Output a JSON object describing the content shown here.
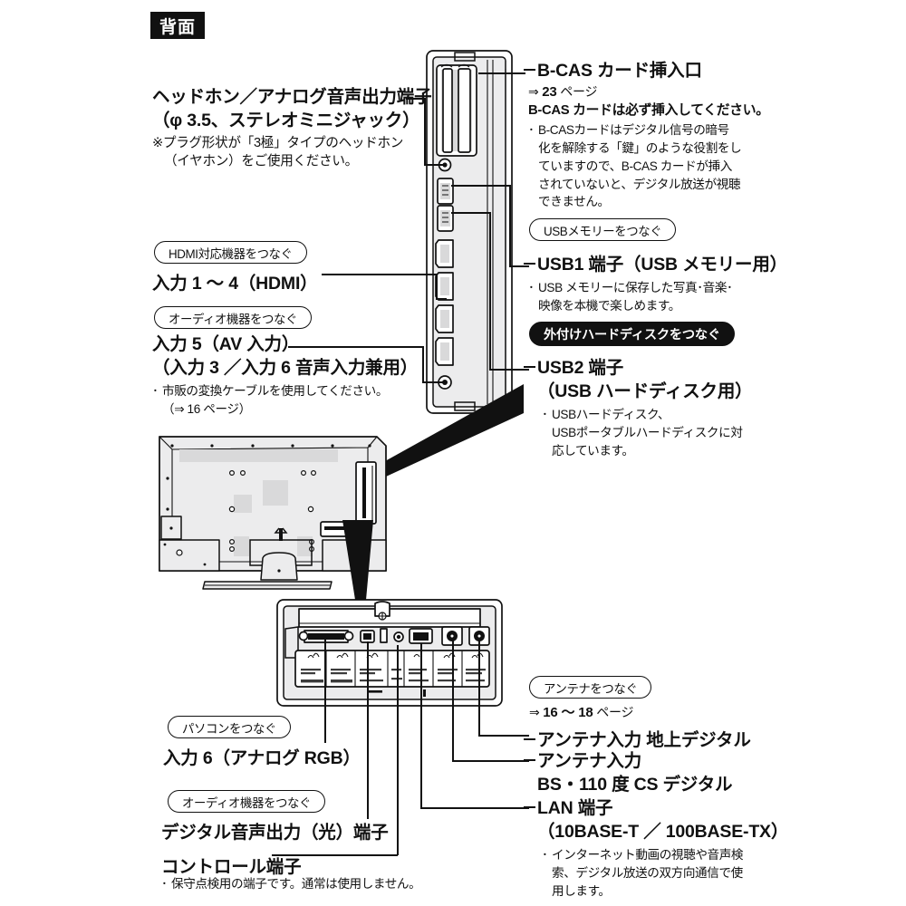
{
  "page": {
    "section_badge": "背面",
    "background": "#ffffff",
    "ink": "#111111"
  },
  "labels": {
    "headphone": {
      "title_line1": "ヘッドホン／アナログ音声出力端子",
      "title_line2": "（φ 3.5、ステレオミニジャック）",
      "note_line1": "※プラグ形状が「3極」タイプのヘッドホン",
      "note_line2": "（イヤホン）をご使用ください。"
    },
    "hdmi": {
      "pill": "HDMI対応機器をつなぐ",
      "title": "入力 1 ～ 4（HDMI）"
    },
    "av": {
      "pill": "オーディオ機器をつなぐ",
      "title_line1": "入力 5（AV 入力）",
      "title_line2": "（入力 3 ／入力 6 音声入力兼用）",
      "bullet_line1": "市販の変換ケーブルを使用してください。",
      "bullet_line2": "（⇒ 16 ページ）"
    },
    "bcas": {
      "title": "B-CAS カード挿入口",
      "page_ref_prefix": "⇒ ",
      "page_ref_num": "23",
      "page_ref_suffix": " ページ",
      "emphasis": "B-CAS カードは必ず挿入してください。",
      "bullet_line1": "B-CASカードはデジタル信号の暗号",
      "bullet_line2": "化を解除する「鍵」のような役割をし",
      "bullet_line3": "ていますので、B-CAS カードが挿入",
      "bullet_line4": "されていないと、デジタル放送が視聴",
      "bullet_line5": "できません。"
    },
    "usb1": {
      "pill": "USBメモリーをつなぐ",
      "title": "USB1 端子（USB メモリー用）",
      "bullet_line1": "USB メモリーに保存した写真･音楽･",
      "bullet_line2": "映像を本機で楽しめます。"
    },
    "usb2": {
      "pill": "外付けハードディスクをつなぐ",
      "title_line1": "USB2 端子",
      "title_line2": "（USB ハードディスク用）",
      "bullet_line1": "USBハードディスク、",
      "bullet_line2": "USBポータブルハードディスクに対",
      "bullet_line3": "応しています。"
    },
    "rgb": {
      "pill": "パソコンをつなぐ",
      "title": "入力 6（アナログ RGB）"
    },
    "optical": {
      "pill": "オーディオ機器をつなぐ",
      "title": "デジタル音声出力（光）端子"
    },
    "control": {
      "title": "コントロール端子",
      "bullet_line1": "保守点検用の端子です。通常は使用しません。"
    },
    "antenna": {
      "pill": "アンテナをつなぐ",
      "page_ref_prefix": "⇒ ",
      "page_ref_num": "16 ～ 18",
      "page_ref_suffix": " ページ",
      "terrestrial_title": "アンテナ入力 地上デジタル",
      "bs_title_line1": "アンテナ入力",
      "bs_title_line2": "BS・110 度 CS デジタル"
    },
    "lan": {
      "title_line1": "LAN 端子",
      "title_line2": "（10BASE-T ／ 100BASE-TX）",
      "bullet_line1": "インターネット動画の視聴や音声検",
      "bullet_line2": "索、デジタル放送の双方向通信で使",
      "bullet_line3": "用します。"
    }
  },
  "illustrations": {
    "tv_rear": "tv-rear-view",
    "side_panel": "side-connector-panel-detail",
    "bottom_panel": "bottom-connector-panel-detail",
    "side_ports": [
      "b-cas-slot",
      "headphone-jack",
      "usb1-port",
      "usb2-port",
      "hdmi1-port",
      "hdmi2-port",
      "hdmi3-port",
      "hdmi4-port",
      "av-mini-jack"
    ],
    "bottom_ports": [
      "analog-rgb-dsub",
      "optical-digital-audio",
      "control-jack",
      "lan-port",
      "antenna-terrestrial",
      "antenna-bs-cs"
    ]
  }
}
